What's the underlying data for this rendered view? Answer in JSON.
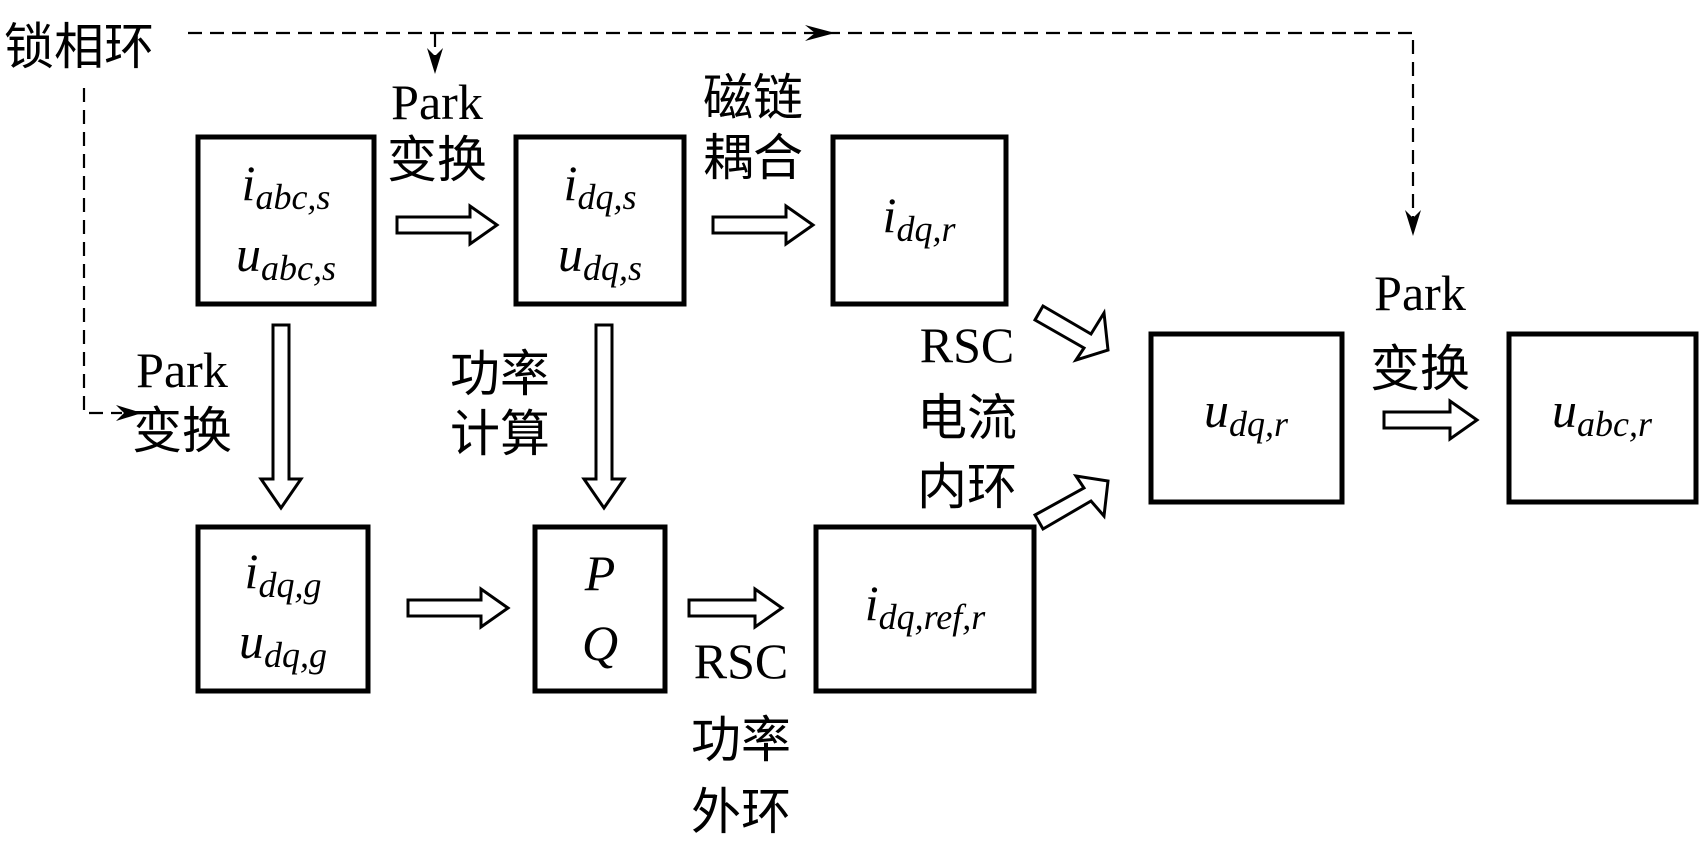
{
  "pll_label": "锁相环",
  "park_label": "Park",
  "transform_label": "变换",
  "flux_label": [
    "磁链",
    "耦合"
  ],
  "power_calc_label": [
    "功率",
    "计算"
  ],
  "rsc_current_label": [
    "RSC",
    "电流",
    "内环"
  ],
  "rsc_power_label": [
    "RSC",
    "功率",
    "外环"
  ],
  "boxes": {
    "stator_abc": {
      "line1": {
        "base": "i",
        "sub": "abc,s"
      },
      "line2": {
        "base": "u",
        "sub": "abc,s"
      }
    },
    "stator_dq": {
      "line1": {
        "base": "i",
        "sub": "dq,s"
      },
      "line2": {
        "base": "u",
        "sub": "dq,s"
      }
    },
    "rotor_i_dq": {
      "line1": {
        "base": "i",
        "sub": "dq,r"
      }
    },
    "grid_dq": {
      "line1": {
        "base": "i",
        "sub": "dq,g"
      },
      "line2": {
        "base": "u",
        "sub": "dq,g"
      }
    },
    "pq": {
      "line1": {
        "base": "P",
        "sub": ""
      },
      "line2": {
        "base": "Q",
        "sub": ""
      }
    },
    "i_ref": {
      "line1": {
        "base": "i",
        "sub": "dq,ref,r"
      }
    },
    "u_dq_r": {
      "line1": {
        "base": "u",
        "sub": "dq,r"
      }
    },
    "u_abc_r": {
      "line1": {
        "base": "u",
        "sub": "abc,r"
      }
    }
  }
}
